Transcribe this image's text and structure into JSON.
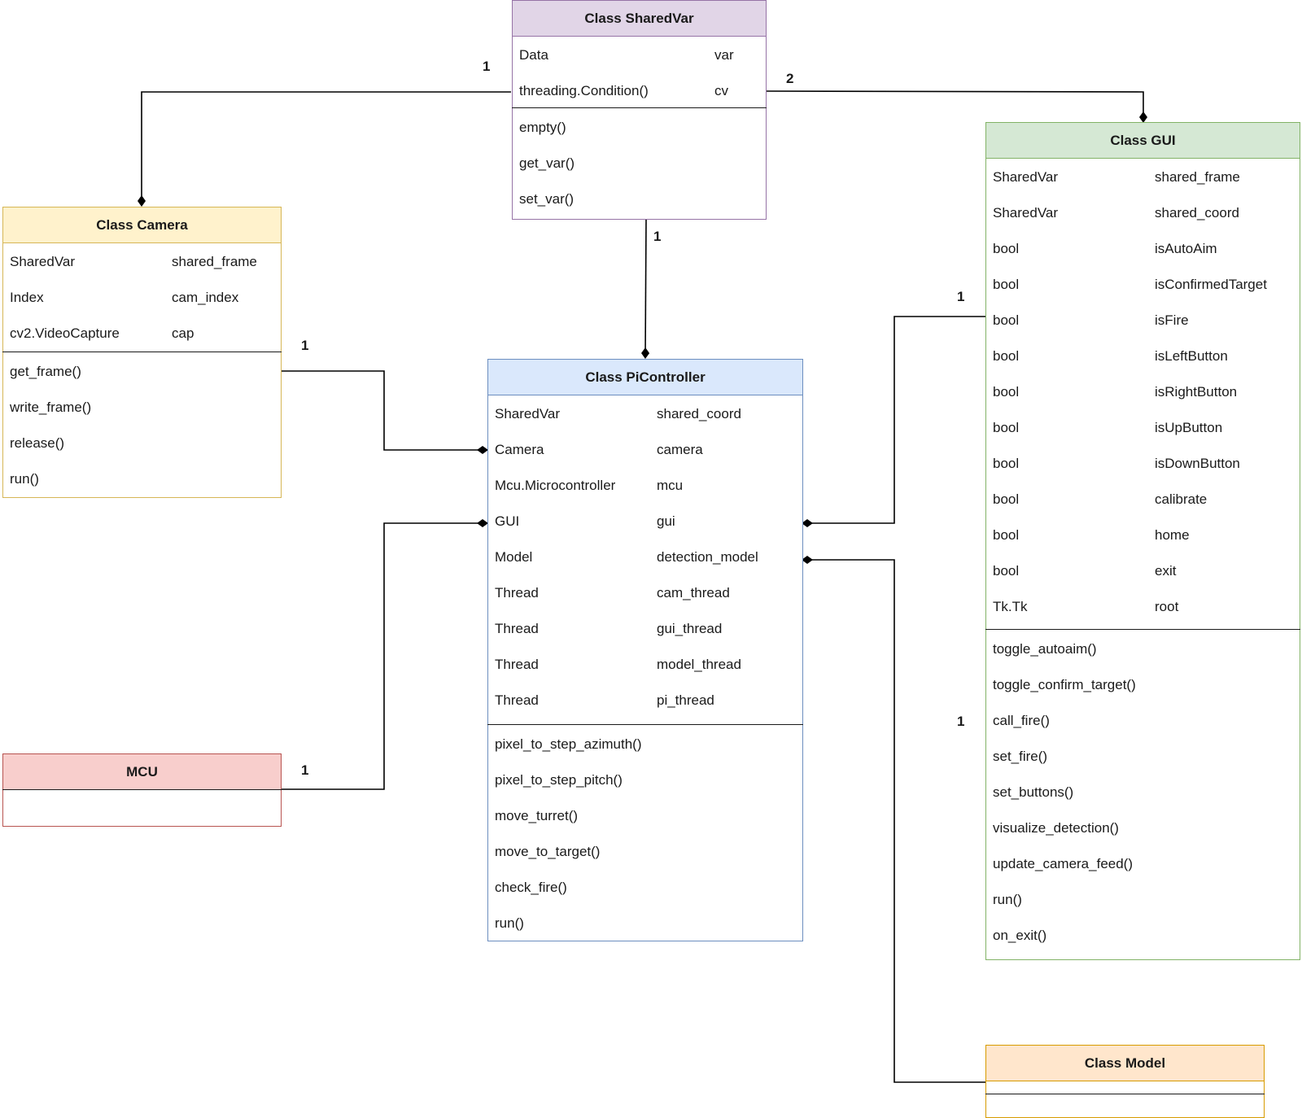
{
  "colors": {
    "shared_var": {
      "fill": "#e1d5e7",
      "stroke": "#9673a6"
    },
    "camera": {
      "fill": "#fff2cc",
      "stroke": "#d6b656"
    },
    "gui": {
      "fill": "#d5e8d4",
      "stroke": "#82b366"
    },
    "pi_controller": {
      "fill": "#dae8fc",
      "stroke": "#6c8ebf"
    },
    "mcu": {
      "fill": "#f8cecc",
      "stroke": "#b85450"
    },
    "model": {
      "fill": "#ffe6cc",
      "stroke": "#d79b00"
    },
    "connector": "#000000"
  },
  "connector_end": "filled-diamond-icon",
  "shared_var": {
    "title": "Class SharedVar",
    "attributes": [
      {
        "type": "Data",
        "name": "var"
      },
      {
        "type": "threading.Condition()",
        "name": "cv"
      }
    ],
    "methods": [
      "empty()",
      "get_var()",
      "set_var()"
    ]
  },
  "camera": {
    "title": "Class Camera",
    "attributes": [
      {
        "type": "SharedVar",
        "name": "shared_frame"
      },
      {
        "type": "Index",
        "name": "cam_index"
      },
      {
        "type": "cv2.VideoCapture",
        "name": "cap"
      }
    ],
    "methods": [
      "get_frame()",
      "write_frame()",
      "release()",
      "run()"
    ]
  },
  "gui": {
    "title": "Class GUI",
    "attributes": [
      {
        "type": "SharedVar",
        "name": "shared_frame"
      },
      {
        "type": "SharedVar",
        "name": "shared_coord"
      },
      {
        "type": "bool",
        "name": "isAutoAim"
      },
      {
        "type": "bool",
        "name": "isConfirmedTarget"
      },
      {
        "type": "bool",
        "name": "isFire"
      },
      {
        "type": "bool",
        "name": "isLeftButton"
      },
      {
        "type": "bool",
        "name": "isRightButton"
      },
      {
        "type": "bool",
        "name": "isUpButton"
      },
      {
        "type": "bool",
        "name": "isDownButton"
      },
      {
        "type": "bool",
        "name": "calibrate"
      },
      {
        "type": "bool",
        "name": "home"
      },
      {
        "type": "bool",
        "name": "exit"
      },
      {
        "type": "Tk.Tk",
        "name": "root"
      }
    ],
    "methods": [
      "toggle_autoaim()",
      "toggle_confirm_target()",
      "call_fire()",
      "set_fire()",
      "set_buttons()",
      "visualize_detection()",
      "update_camera_feed()",
      "run()",
      "on_exit()"
    ]
  },
  "pi_controller": {
    "title": "Class PiController",
    "attributes": [
      {
        "type": "SharedVar",
        "name": "shared_coord"
      },
      {
        "type": "Camera",
        "name": "camera"
      },
      {
        "type": "Mcu.Microcontroller",
        "name": "mcu"
      },
      {
        "type": "GUI",
        "name": "gui"
      },
      {
        "type": "Model",
        "name": "detection_model"
      },
      {
        "type": "Thread",
        "name": "cam_thread"
      },
      {
        "type": "Thread",
        "name": "gui_thread"
      },
      {
        "type": "Thread",
        "name": "model_thread"
      },
      {
        "type": "Thread",
        "name": "pi_thread"
      }
    ],
    "methods": [
      "pixel_to_step_azimuth()",
      "pixel_to_step_pitch()",
      "move_turret()",
      "move_to_target()",
      "check_fire()",
      "run()"
    ]
  },
  "mcu": {
    "title": "MCU"
  },
  "model": {
    "title": "Class Model"
  },
  "multiplicities": {
    "sharedvar_camera": "1",
    "sharedvar_gui": "2",
    "sharedvar_picontroller": "1",
    "camera_picontroller": "1",
    "gui_picontroller": "1",
    "gui_model_side": "1",
    "mcu_picontroller": "1"
  }
}
